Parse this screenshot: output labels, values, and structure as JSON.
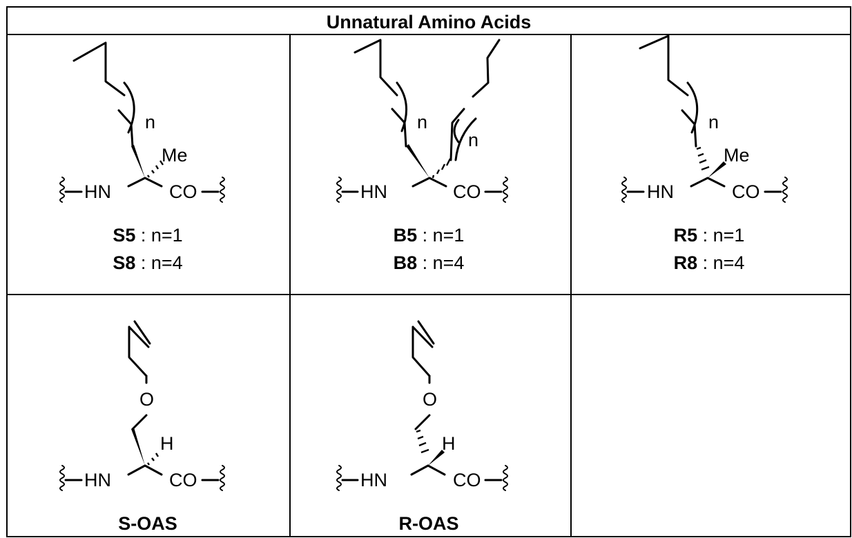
{
  "table": {
    "title": "Unnatural Amino Acids"
  },
  "labels": {
    "me": "Me",
    "n": "n",
    "hn": "HN",
    "co": "CO",
    "o": "O",
    "h": "H",
    "sep": " : "
  },
  "compounds": [
    {
      "name": "S5",
      "detail": "n=1"
    },
    {
      "name": "S8",
      "detail": "n=4"
    },
    {
      "name": "B5",
      "detail": "n=1"
    },
    {
      "name": "B8",
      "detail": "n=4"
    },
    {
      "name": "R5",
      "detail": "n=1"
    },
    {
      "name": "R8",
      "detail": "n=4"
    },
    {
      "name": "S-OAS"
    },
    {
      "name": "R-OAS"
    }
  ]
}
